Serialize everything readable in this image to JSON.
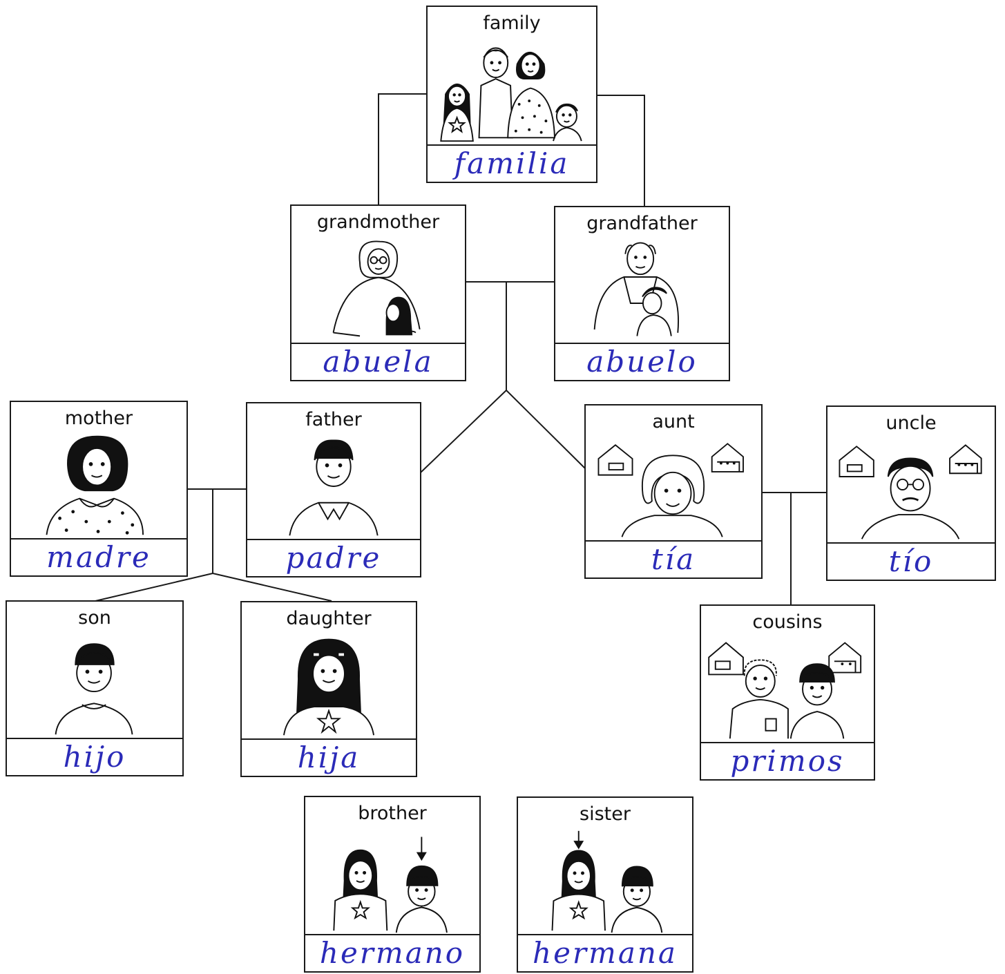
{
  "colors": {
    "ink": "#1a1a1a",
    "handwriting": "#2b2bb8"
  },
  "cards": {
    "family": {
      "label": "family",
      "answer": "familia"
    },
    "grandmother": {
      "label": "grandmother",
      "answer": "abuela"
    },
    "grandfather": {
      "label": "grandfather",
      "answer": "abuelo"
    },
    "mother": {
      "label": "mother",
      "answer": "madre"
    },
    "father": {
      "label": "father",
      "answer": "padre"
    },
    "aunt": {
      "label": "aunt",
      "answer": "tía"
    },
    "uncle": {
      "label": "uncle",
      "answer": "tío"
    },
    "son": {
      "label": "son",
      "answer": "hijo"
    },
    "daughter": {
      "label": "daughter",
      "answer": "hija"
    },
    "cousins": {
      "label": "cousins",
      "answer": "primos"
    },
    "brother": {
      "label": "brother",
      "answer": "hermano"
    },
    "sister": {
      "label": "sister",
      "answer": "hermana"
    }
  }
}
